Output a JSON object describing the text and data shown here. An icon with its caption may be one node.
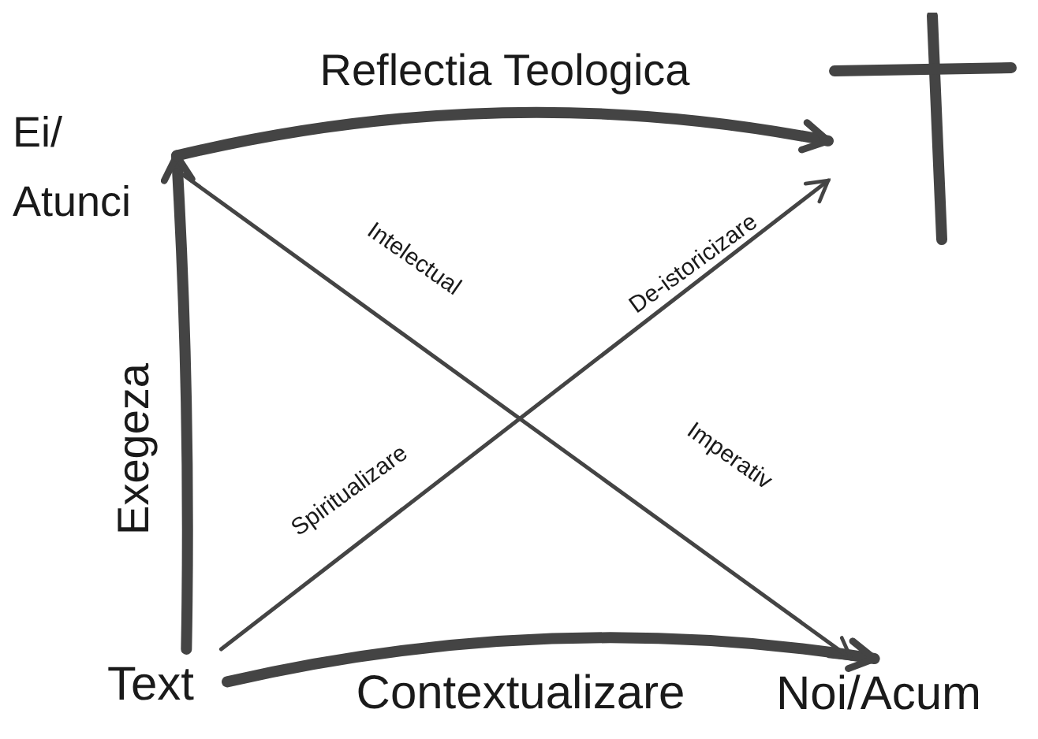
{
  "diagram": {
    "nodes": [
      {
        "text": [
          "Ei/ Atunci"
        ]
      },
      {
        "text": [],
        "shape": "cross"
      },
      {
        "text": [
          "Text"
        ]
      },
      {
        "text": [
          "Noi/Acum"
        ]
      }
    ],
    "edges": [
      {
        "from": 2,
        "to": 0,
        "arrow": "to",
        "label": "Exegeza"
      },
      {
        "from": 0,
        "to": 1,
        "arrow": "to",
        "label": "Reflectia Teologica"
      },
      {
        "from": 2,
        "to": 3,
        "arrow": "to",
        "label": "Contextualizare"
      },
      {
        "from": 0,
        "to": 3,
        "arrow": "to",
        "label": "Intelectual"
      },
      {
        "from": 2,
        "to": 1,
        "arrow": "to",
        "label": "Spiritualizare"
      }
    ],
    "labels": [
      "De-istoricizare",
      "Imperativ"
    ]
  }
}
